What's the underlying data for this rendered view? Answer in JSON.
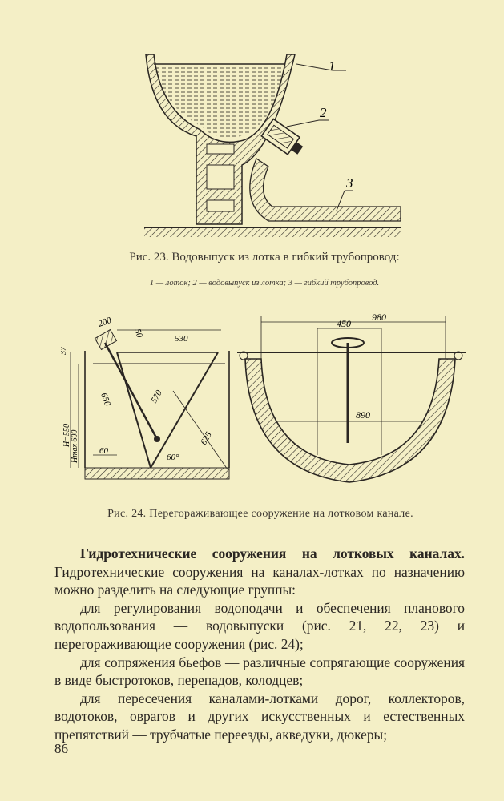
{
  "figure23": {
    "labels": [
      "1",
      "2",
      "3"
    ],
    "caption": "Рис. 23. Водовыпуск из лотка в гибкий трубопровод:",
    "legend": "1 — лоток; 2 — водовыпуск из лотка; 3 — гибкий трубопровод."
  },
  "figure24": {
    "dims_left": [
      "200",
      "50",
      "530",
      "37",
      "650",
      "570",
      "625",
      "60",
      "60°",
      "H=550",
      "Hmax 600"
    ],
    "dims_right": [
      "980",
      "450",
      "890"
    ],
    "caption": "Рис. 24. Перегораживающее сооружение на лотковом канале."
  },
  "body": {
    "heading": "Гидротехнические сооружения на лотковых каналах.",
    "intro": "Гидротехнические сооружения на каналах-лотках по назначению можно разделить на следующие группы:",
    "items": [
      "для регулирования водоподачи и обеспечения планового водопользования — водовыпуски (рис. 21, 22, 23) и перегораживающие сооружения (рис. 24);",
      "для сопряжения бьефов — различные сопрягающие сооружения в виде быстротоков, перепадов, колодцев;",
      "для пересечения каналами-лотками дорог, коллекторов, водотоков, оврагов и других искусственных и естественных препятствий — трубчатые переезды, акведуки, дюкеры;"
    ]
  },
  "page_number": "86"
}
